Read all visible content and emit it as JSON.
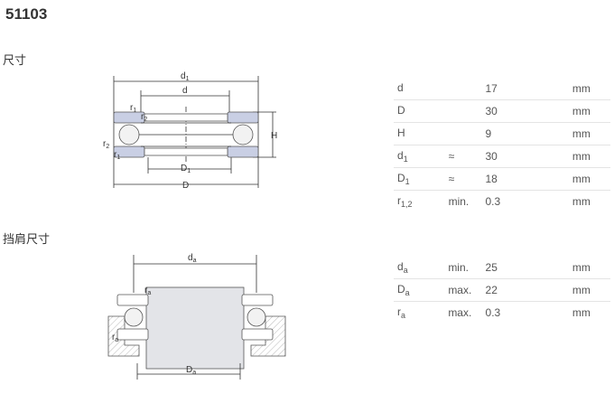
{
  "product_title": "51103",
  "dimensions_section": {
    "title": "尺寸",
    "rows": [
      {
        "symbol": "d",
        "sub": "",
        "qualifier": "",
        "value": "17",
        "unit": "mm"
      },
      {
        "symbol": "D",
        "sub": "",
        "qualifier": "",
        "value": "30",
        "unit": "mm"
      },
      {
        "symbol": "H",
        "sub": "",
        "qualifier": "",
        "value": "9",
        "unit": "mm"
      },
      {
        "symbol": "d",
        "sub": "1",
        "qualifier": "≈",
        "value": "30",
        "unit": "mm"
      },
      {
        "symbol": "D",
        "sub": "1",
        "qualifier": "≈",
        "value": "18",
        "unit": "mm"
      },
      {
        "symbol": "r",
        "sub": "1,2",
        "qualifier": "min.",
        "value": "0.3",
        "unit": "mm"
      }
    ]
  },
  "abutment_section": {
    "title": "挡肩尺寸",
    "rows": [
      {
        "symbol": "d",
        "sub": "a",
        "qualifier": "min.",
        "value": "25",
        "unit": "mm"
      },
      {
        "symbol": "D",
        "sub": "a",
        "qualifier": "max.",
        "value": "22",
        "unit": "mm"
      },
      {
        "symbol": "r",
        "sub": "a",
        "qualifier": "max.",
        "value": "0.3",
        "unit": "mm"
      }
    ]
  },
  "dimension_drawing_labels": {
    "d1": "d",
    "d1_sub": "1",
    "d": "d",
    "r1": "r",
    "r1_sub": "1",
    "r2": "r",
    "r2_sub": "2",
    "H": "H",
    "D1": "D",
    "D1_sub": "1",
    "D": "D"
  },
  "abutment_drawing_labels": {
    "da": "d",
    "da_sub": "a",
    "ra": "r",
    "ra_sub": "a",
    "Da": "D",
    "Da_sub": "a"
  }
}
